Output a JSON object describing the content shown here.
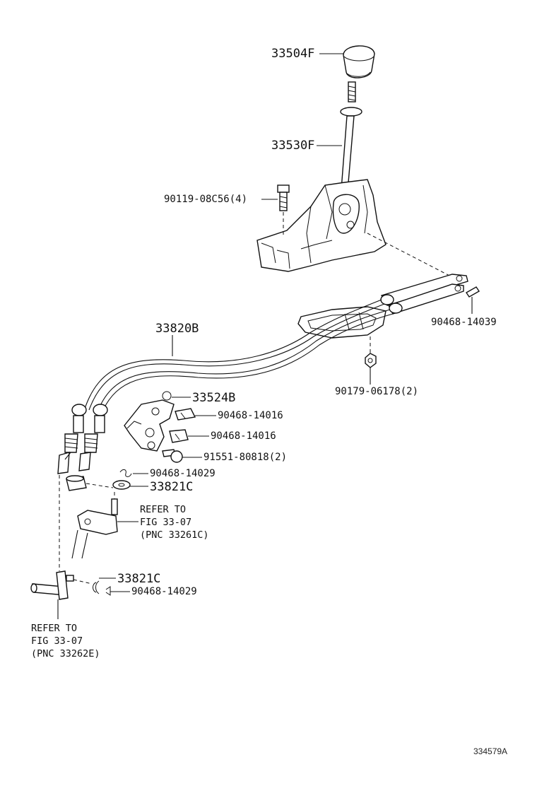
{
  "parts": {
    "knob": "33504F",
    "lever": "33530F",
    "bolt": "90119-08C56(4)",
    "clip_right": "90468-14039",
    "cable": "33820B",
    "nut": "90179-06178(2)",
    "bracket": "33524B",
    "clip_1": "90468-14016",
    "clip_2": "90468-14016",
    "screw": "91551-80818(2)",
    "clip_3": "90468-14029",
    "washer_upper": "33821C",
    "washer_lower": "33821C",
    "clip_4": "90468-14029"
  },
  "notes": {
    "upper": {
      "line1": "REFER TO",
      "line2": "FIG 33-07",
      "line3": "(PNC 33261C)"
    },
    "lower": {
      "line1": "REFER TO",
      "line2": "FIG 33-07",
      "line3": "(PNC 33262E)"
    }
  },
  "figure_number": "334579A"
}
